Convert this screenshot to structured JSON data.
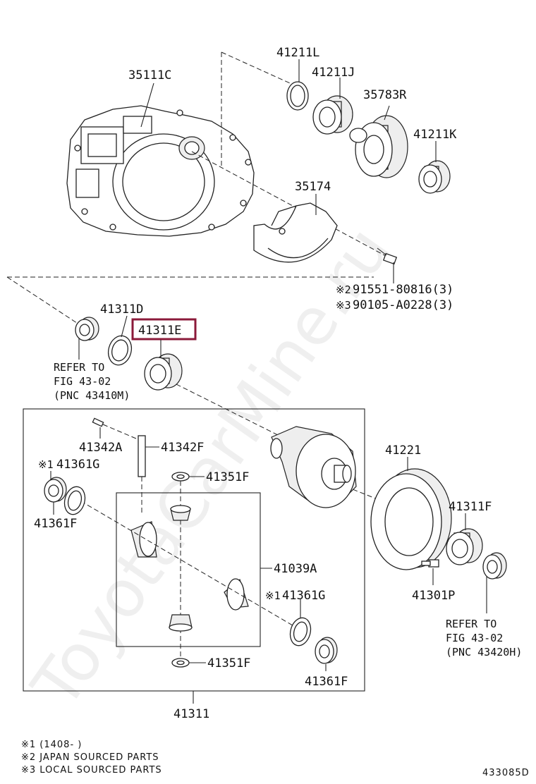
{
  "parts": {
    "p35111C": "35111C",
    "p41211L": "41211L",
    "p41211J": "41211J",
    "p35783R": "35783R",
    "p41211K": "41211K",
    "p35174": "35174",
    "p41311D": "41311D",
    "p41311E": "41311E",
    "p41342A": "41342A",
    "p41342F": "41342F",
    "p41361G_top": "41361G",
    "p41361F_left": "41361F",
    "p41351F_top": "41351F",
    "p41039A": "41039A",
    "p41361G_mid": "41361G",
    "p41351F_bot": "41351F",
    "p41361F_bot": "41361F",
    "p41311": "41311",
    "p41221": "41221",
    "p41311F": "41311F",
    "p41301P": "41301P"
  },
  "bolts": {
    "b1": "91551-80816(3)",
    "b2": "90105-A0228(3)",
    "b1_mark": "※2",
    "b2_mark": "※3"
  },
  "marks": {
    "m41361G_top": "※1",
    "m41361G_mid": "※1"
  },
  "refs": {
    "left_l1": "REFER TO",
    "left_l2": "FIG 43-02",
    "left_l3": "(PNC 43410M)",
    "right_l1": "REFER TO",
    "right_l2": "FIG 43-02",
    "right_l3": "(PNC 43420H)"
  },
  "notes": {
    "n1": "※1 (1408-      )",
    "n2": "※2 JAPAN SOURCED PARTS",
    "n3": "※3 LOCAL SOURCED PARTS"
  },
  "figure_code": "433085D",
  "watermark": "ToyotaCarMine.ru",
  "highlight_color": "#8b1a3a"
}
